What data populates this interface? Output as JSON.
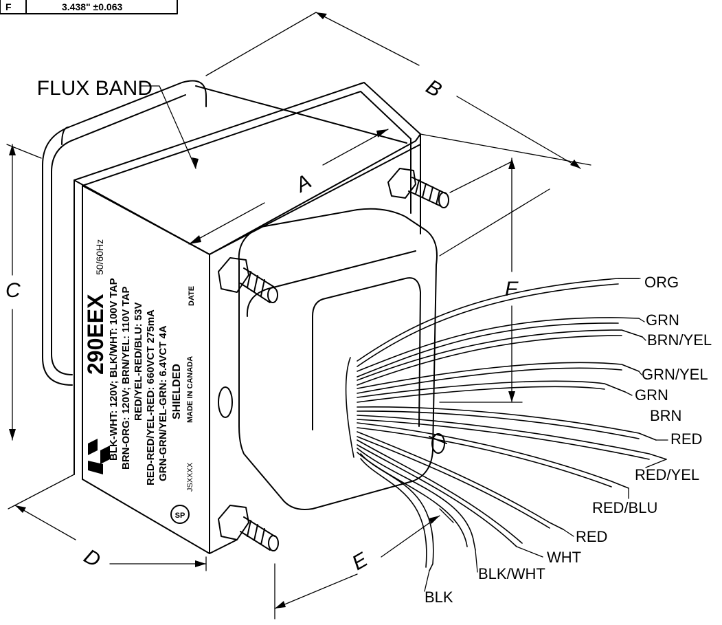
{
  "spec_row": {
    "letter": "F",
    "value": "3.438\"  ±0.063"
  },
  "callout": {
    "flux_band": "FLUX BAND"
  },
  "dimensions": {
    "a": "A",
    "b": "B",
    "c": "C",
    "d": "D",
    "e": "E",
    "f": "F"
  },
  "nameplate": {
    "model": "290EEX",
    "freq": "50/60Hz",
    "line1": "BLK-WHT: 120V; BLK/WHT: 100V TAP",
    "line2": "BRN-ORG: 120V; BRN/YEL: 110V TAP",
    "line3": "RED/YEL-RED/BLU: 53V",
    "line4": "RED-RED/YEL-RED: 660VCT 275mA",
    "line5": "GRN-GRN/YEL-GRN: 6.4VCT 4A",
    "shielded": "SHIELDED",
    "made_in": "MADE IN CANADA",
    "date": "DATE",
    "code": "JSXXXX",
    "cert": "SP"
  },
  "leads": {
    "org": "ORG",
    "grn1": "GRN",
    "brn_yel": "BRN/YEL",
    "grn_yel": "GRN/YEL",
    "grn2": "GRN",
    "brn": "BRN",
    "red1": "RED",
    "red_yel": "RED/YEL",
    "red_blu": "RED/BLU",
    "red2": "RED",
    "wht": "WHT",
    "blk_wht": "BLK/WHT",
    "blk": "BLK"
  }
}
